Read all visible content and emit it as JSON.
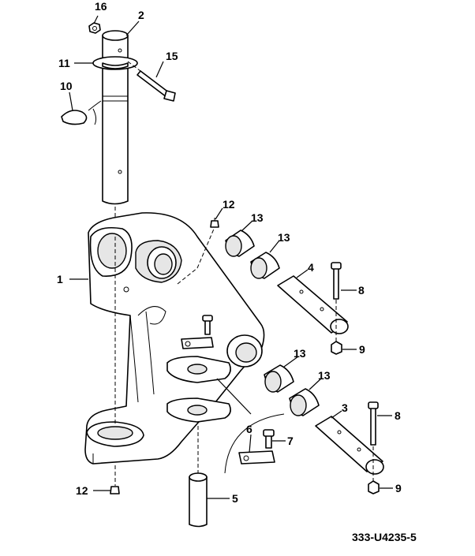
{
  "diagram": {
    "reference_code": "333-U4235-5",
    "callouts": [
      {
        "id": "callout-16",
        "text": "16"
      },
      {
        "id": "callout-2",
        "text": "2"
      },
      {
        "id": "callout-11",
        "text": "11"
      },
      {
        "id": "callout-15",
        "text": "15"
      },
      {
        "id": "callout-10",
        "text": "10"
      },
      {
        "id": "callout-12-top",
        "text": "12"
      },
      {
        "id": "callout-13-a",
        "text": "13"
      },
      {
        "id": "callout-13-b",
        "text": "13"
      },
      {
        "id": "callout-1",
        "text": "1"
      },
      {
        "id": "callout-4",
        "text": "4"
      },
      {
        "id": "callout-8-top",
        "text": "8"
      },
      {
        "id": "callout-9-top",
        "text": "9"
      },
      {
        "id": "callout-13-c",
        "text": "13"
      },
      {
        "id": "callout-13-d",
        "text": "13"
      },
      {
        "id": "callout-3",
        "text": "3"
      },
      {
        "id": "callout-8-bottom",
        "text": "8"
      },
      {
        "id": "callout-6",
        "text": "6"
      },
      {
        "id": "callout-7",
        "text": "7"
      },
      {
        "id": "callout-9-bottom",
        "text": "9"
      },
      {
        "id": "callout-12-bottom",
        "text": "12"
      },
      {
        "id": "callout-5",
        "text": "5"
      }
    ]
  }
}
